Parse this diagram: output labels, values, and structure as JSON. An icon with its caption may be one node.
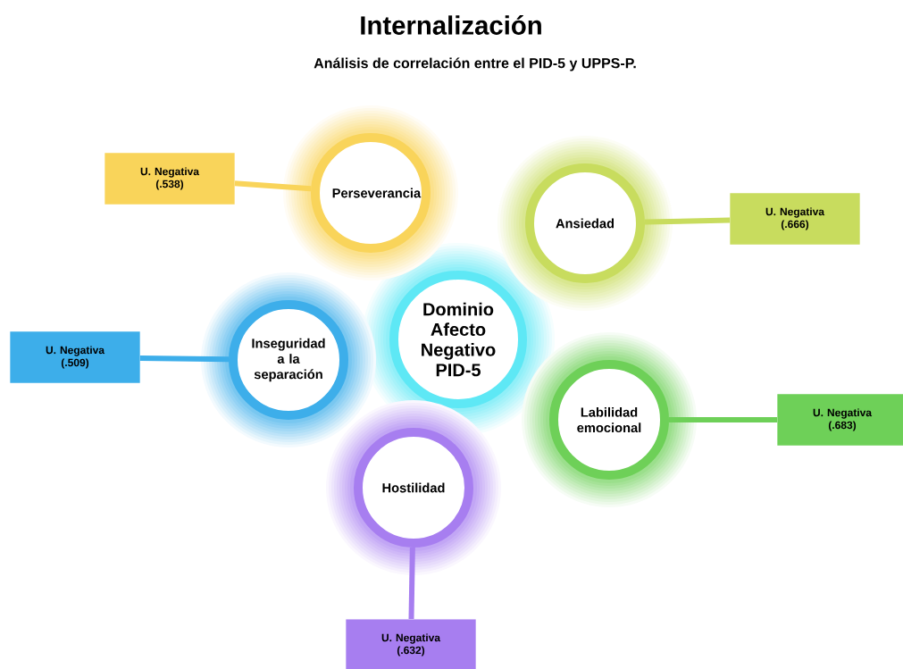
{
  "diagram": {
    "title": "Internalización",
    "caption": "Análisis de correlación entre el PID-5 y UPPS-P.",
    "nodes": [
      {
        "text": [
          "Dominio Afecto Negativo PID-5"
        ]
      },
      {
        "text": [
          "Perseverancia"
        ]
      },
      {
        "text": [
          "Ansiedad"
        ]
      },
      {
        "text": [
          "Inseguridad a la separación"
        ]
      },
      {
        "text": [
          "Labilidad emocional"
        ]
      },
      {
        "text": [
          "Hostilidad"
        ]
      },
      {
        "text": [
          "U. Negativa (.538)"
        ]
      },
      {
        "text": [
          "U. Negativa (.666)"
        ]
      },
      {
        "text": [
          "U. Negativa (.509)"
        ]
      },
      {
        "text": [
          "U. Negativa (.683)"
        ]
      },
      {
        "text": [
          "U. Negativa (.632)"
        ]
      }
    ],
    "edges": [
      {
        "from": 6,
        "to": 1,
        "arrow": "none",
        "color": "#f9d45a"
      },
      {
        "from": 2,
        "to": 7,
        "arrow": "none",
        "color": "#c8dc5e"
      },
      {
        "from": 8,
        "to": 3,
        "arrow": "none",
        "color": "#3daeea"
      },
      {
        "from": 4,
        "to": 9,
        "arrow": "none",
        "color": "#6ed058"
      },
      {
        "from": 5,
        "to": 10,
        "arrow": "none",
        "color": "#a77ef0"
      }
    ]
  }
}
